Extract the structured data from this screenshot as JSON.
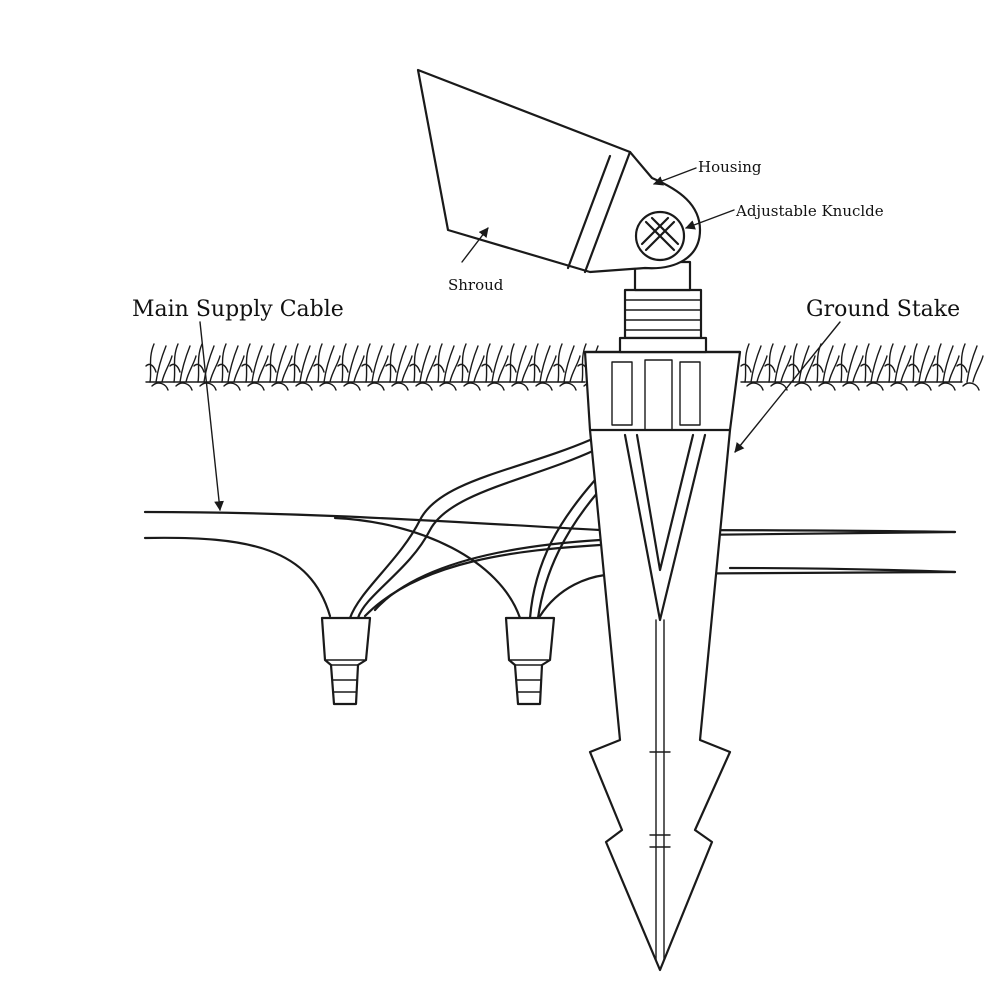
{
  "labels": {
    "housing": "Housing",
    "knuckle": "Adjustable Knuclde",
    "shroud": "Shroud",
    "main_cable": "Main Supply Cable",
    "ground_stake": "Ground Stake"
  },
  "colors": {
    "line": "#1a1a1a",
    "background": "#ffffff"
  }
}
